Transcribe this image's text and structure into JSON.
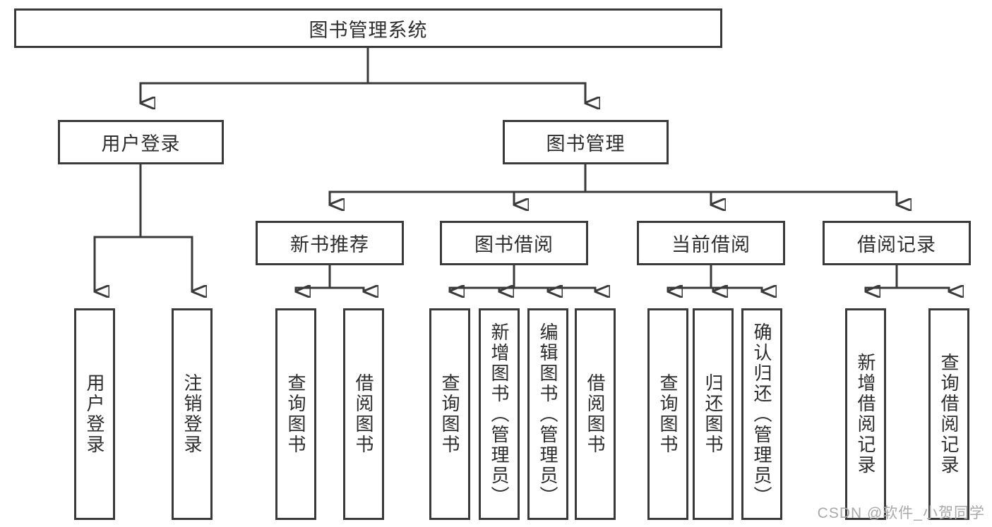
{
  "diagram_title": "图书管理系统",
  "colors": {
    "line": "#3a3a3a",
    "box_border": "#3a3a3a",
    "text": "#2d2d2d",
    "watermark": "#a9a9a9",
    "background": "#ffffff"
  },
  "watermark": {
    "text": "CSDN @软件_小贺同学"
  },
  "nodes": {
    "root": {
      "label": "图书管理系统"
    },
    "level2": [
      {
        "label": "用户登录",
        "parent": "图书管理系统"
      },
      {
        "label": "图书管理",
        "parent": "图书管理系统"
      }
    ],
    "level3": [
      {
        "label": "新书推荐",
        "parent": "图书管理"
      },
      {
        "label": "图书借阅",
        "parent": "图书管理"
      },
      {
        "label": "当前借阅",
        "parent": "图书管理"
      },
      {
        "label": "借阅记录",
        "parent": "图书管理"
      }
    ],
    "leaves": [
      {
        "label": "用户登录",
        "parent": "用户登录"
      },
      {
        "label": "注销登录",
        "parent": "用户登录"
      },
      {
        "label": "查询图书",
        "parent": "新书推荐"
      },
      {
        "label": "借阅图书",
        "parent": "新书推荐"
      },
      {
        "label": "查询图书",
        "parent": "图书借阅"
      },
      {
        "label": "新增图书（管理员）",
        "parent": "图书借阅"
      },
      {
        "label": "编辑图书（管理员）",
        "parent": "图书借阅"
      },
      {
        "label": "借阅图书",
        "parent": "图书借阅"
      },
      {
        "label": "查询图书",
        "parent": "当前借阅"
      },
      {
        "label": "归还图书",
        "parent": "当前借阅"
      },
      {
        "label": "确认归还（管理员）",
        "parent": "当前借阅"
      },
      {
        "label": "新增借阅记录",
        "parent": "借阅记录"
      },
      {
        "label": "查询借阅记录",
        "parent": "借阅记录"
      }
    ]
  }
}
